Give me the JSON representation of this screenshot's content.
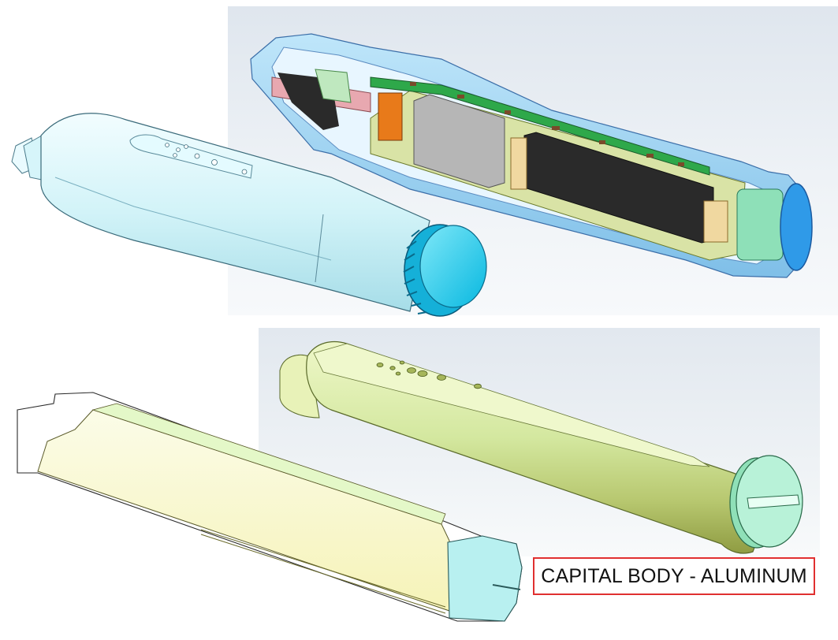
{
  "caption": {
    "text": "CAPITAL BODY - ALUMINUM",
    "border_color": "#e03030"
  },
  "views": [
    {
      "name": "cutaway-assembly",
      "palette": [
        "#9fd0ea",
        "#e8a0a8",
        "#e0701a",
        "#b0b0b0",
        "#2a2a2a",
        "#8ee0b8",
        "#2f8fd8"
      ]
    },
    {
      "name": "exterior-assembly",
      "palette": [
        "#d8f6fb",
        "#1ec8e8"
      ]
    },
    {
      "name": "section-body",
      "palette": [
        "#fbfbd0",
        "#b8f0f0"
      ]
    },
    {
      "name": "aluminum-body",
      "palette": [
        "#d6eba8",
        "#9aa84a",
        "#a8e8c8"
      ]
    }
  ]
}
